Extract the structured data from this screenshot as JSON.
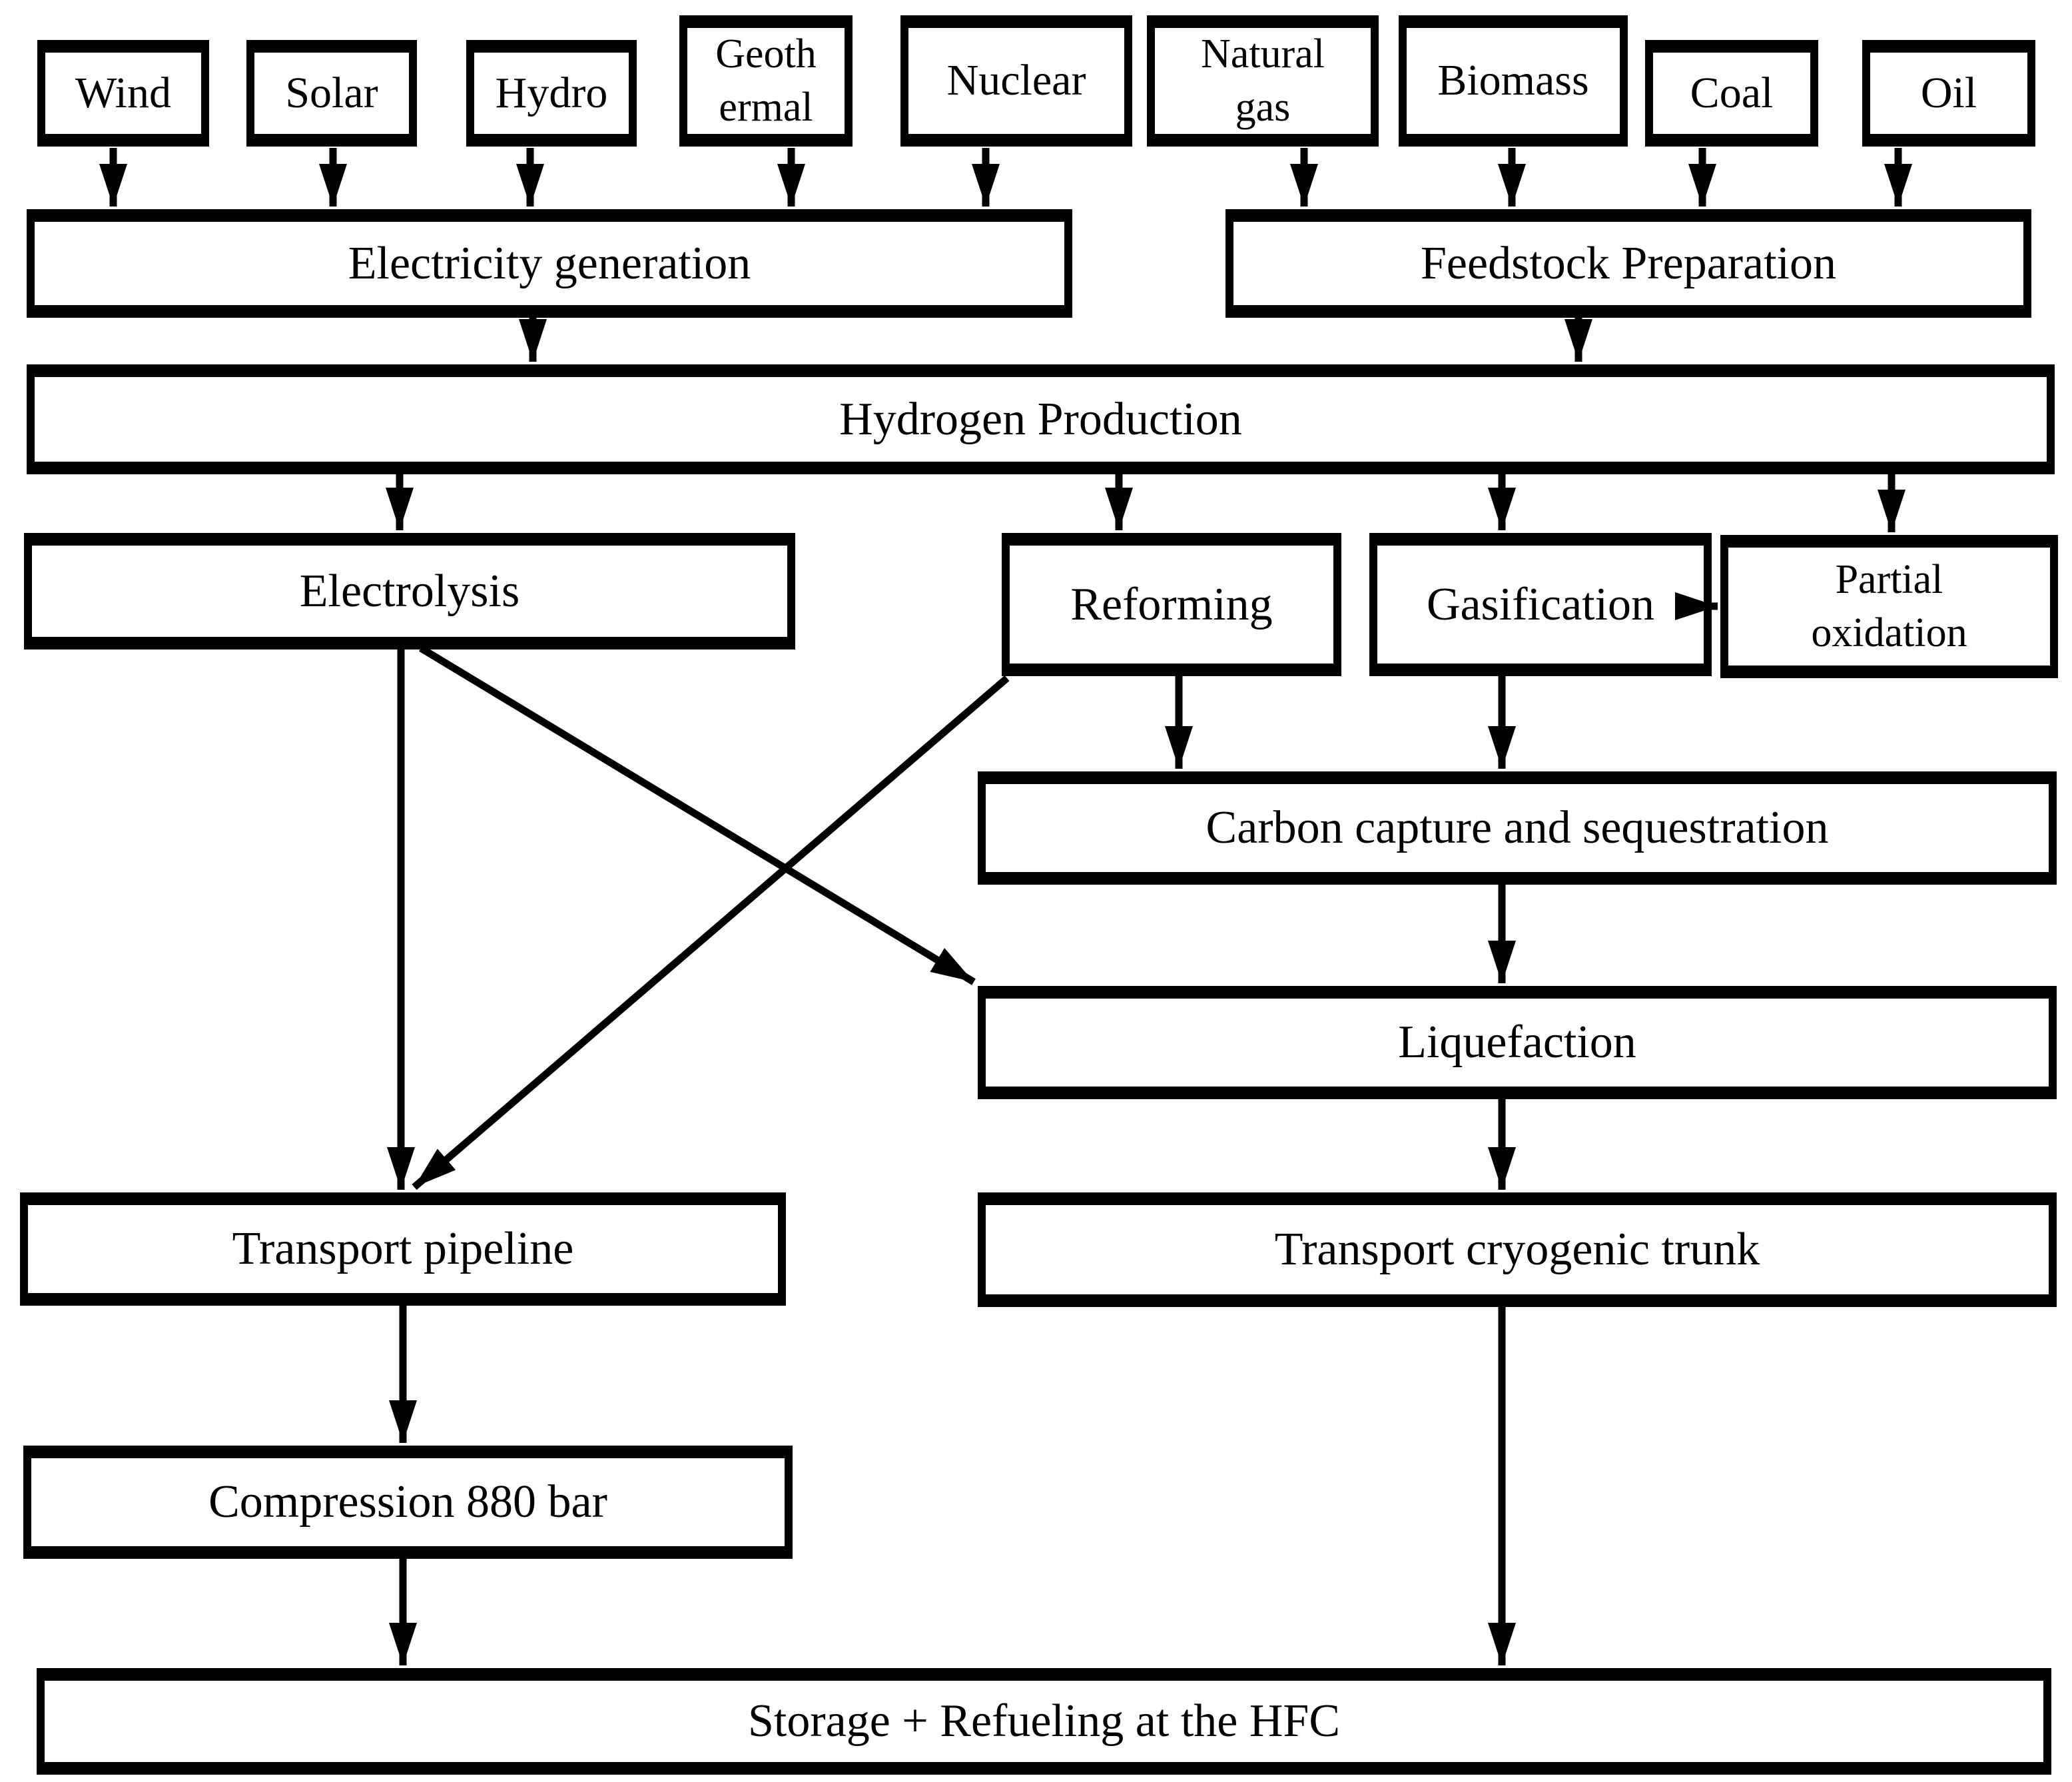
{
  "diagram": {
    "type": "flowchart",
    "background_color": "#ffffff",
    "line_color": "#000000",
    "box_fill_color": "#ffffff",
    "nodes": {
      "wind": {
        "label": "Wind"
      },
      "solar": {
        "label": "Solar"
      },
      "hydro": {
        "label": "Hydro"
      },
      "geothermal": {
        "label": "Geoth\nermal"
      },
      "nuclear": {
        "label": "Nuclear"
      },
      "natural_gas": {
        "label": "Natural\ngas"
      },
      "biomass": {
        "label": "Biomass"
      },
      "coal": {
        "label": "Coal"
      },
      "oil": {
        "label": "Oil"
      },
      "electricity_generation": {
        "label": "Electricity generation"
      },
      "feedstock_preparation": {
        "label": "Feedstock Preparation"
      },
      "hydrogen_production": {
        "label": "Hydrogen Production"
      },
      "electrolysis": {
        "label": "Electrolysis"
      },
      "reforming": {
        "label": "Reforming"
      },
      "gasification": {
        "label": "Gasification"
      },
      "partial_oxidation": {
        "label": "Partial\noxidation"
      },
      "carbon_capture": {
        "label": "Carbon capture and sequestration"
      },
      "liquefaction": {
        "label": "Liquefaction"
      },
      "transport_pipeline": {
        "label": "Transport pipeline"
      },
      "transport_cryogenic_trunk": {
        "label": "Transport cryogenic trunk"
      },
      "compression": {
        "label": "Compression 880 bar"
      },
      "storage_refueling": {
        "label": "Storage + Refueling at the HFC"
      }
    },
    "edges": [
      {
        "from": "wind",
        "to": "electricity_generation"
      },
      {
        "from": "solar",
        "to": "electricity_generation"
      },
      {
        "from": "hydro",
        "to": "electricity_generation"
      },
      {
        "from": "geothermal",
        "to": "electricity_generation"
      },
      {
        "from": "nuclear",
        "to": "electricity_generation"
      },
      {
        "from": "natural_gas",
        "to": "feedstock_preparation"
      },
      {
        "from": "biomass",
        "to": "feedstock_preparation"
      },
      {
        "from": "coal",
        "to": "feedstock_preparation"
      },
      {
        "from": "oil",
        "to": "feedstock_preparation"
      },
      {
        "from": "electricity_generation",
        "to": "hydrogen_production"
      },
      {
        "from": "feedstock_preparation",
        "to": "hydrogen_production"
      },
      {
        "from": "hydrogen_production",
        "to": "electrolysis"
      },
      {
        "from": "hydrogen_production",
        "to": "reforming"
      },
      {
        "from": "hydrogen_production",
        "to": "gasification"
      },
      {
        "from": "hydrogen_production",
        "to": "partial_oxidation"
      },
      {
        "from": "gasification",
        "to": "partial_oxidation"
      },
      {
        "from": "reforming",
        "to": "carbon_capture"
      },
      {
        "from": "gasification",
        "to": "carbon_capture"
      },
      {
        "from": "carbon_capture",
        "to": "liquefaction"
      },
      {
        "from": "electrolysis",
        "to": "liquefaction"
      },
      {
        "from": "electrolysis",
        "to": "transport_pipeline"
      },
      {
        "from": "reforming",
        "to": "transport_pipeline"
      },
      {
        "from": "liquefaction",
        "to": "transport_cryogenic_trunk"
      },
      {
        "from": "transport_cryogenic_trunk",
        "to": "storage_refueling"
      },
      {
        "from": "transport_pipeline",
        "to": "compression"
      },
      {
        "from": "compression",
        "to": "storage_refueling"
      }
    ]
  }
}
